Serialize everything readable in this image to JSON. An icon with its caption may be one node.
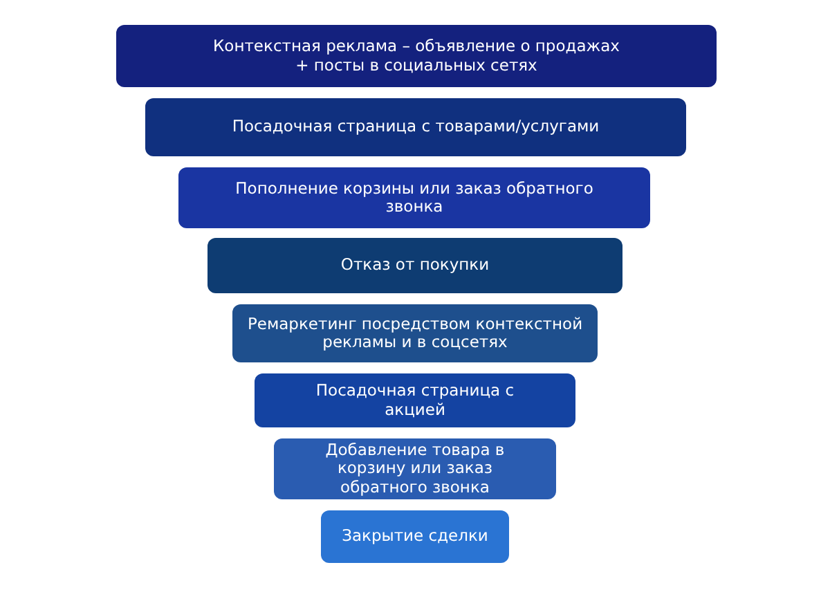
{
  "diagram": {
    "nodes": [
      {
        "text": [
          "Контекстная реклама – объявление о продажах + посты в социальных сетях"
        ]
      },
      {
        "text": [
          "Посадочная страница с товарами/услугами"
        ]
      },
      {
        "text": [
          "Пополнение корзины или заказ обратного звонка"
        ]
      },
      {
        "text": [
          "Отказ от покупки"
        ]
      },
      {
        "text": [
          "Ремаркетинг посредством контекстной рекламы и в соцсетях"
        ]
      },
      {
        "text": [
          "Посадочная страница с акцией"
        ]
      },
      {
        "text": [
          "Добавление товара в корзину или заказ обратного звонка"
        ]
      },
      {
        "text": [
          "Закрытие сделки"
        ]
      }
    ]
  }
}
